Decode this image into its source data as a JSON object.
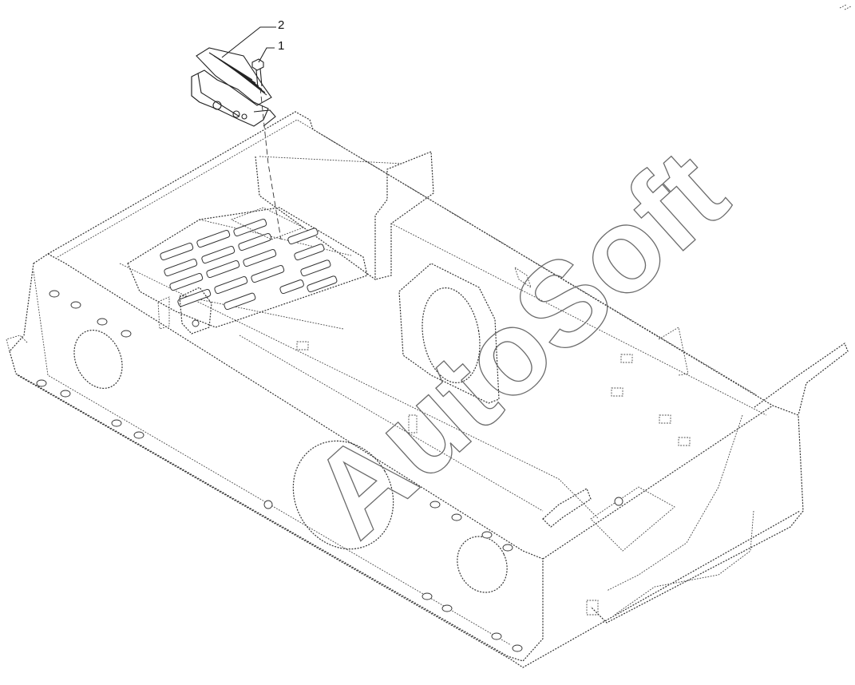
{
  "diagram": {
    "callouts": [
      {
        "id": "2",
        "label": "2"
      },
      {
        "id": "1",
        "label": "1"
      }
    ],
    "watermark": "AutoSoft",
    "colors": {
      "line": "#333333",
      "background": "#ffffff",
      "watermark": "#6b6b6b"
    }
  }
}
